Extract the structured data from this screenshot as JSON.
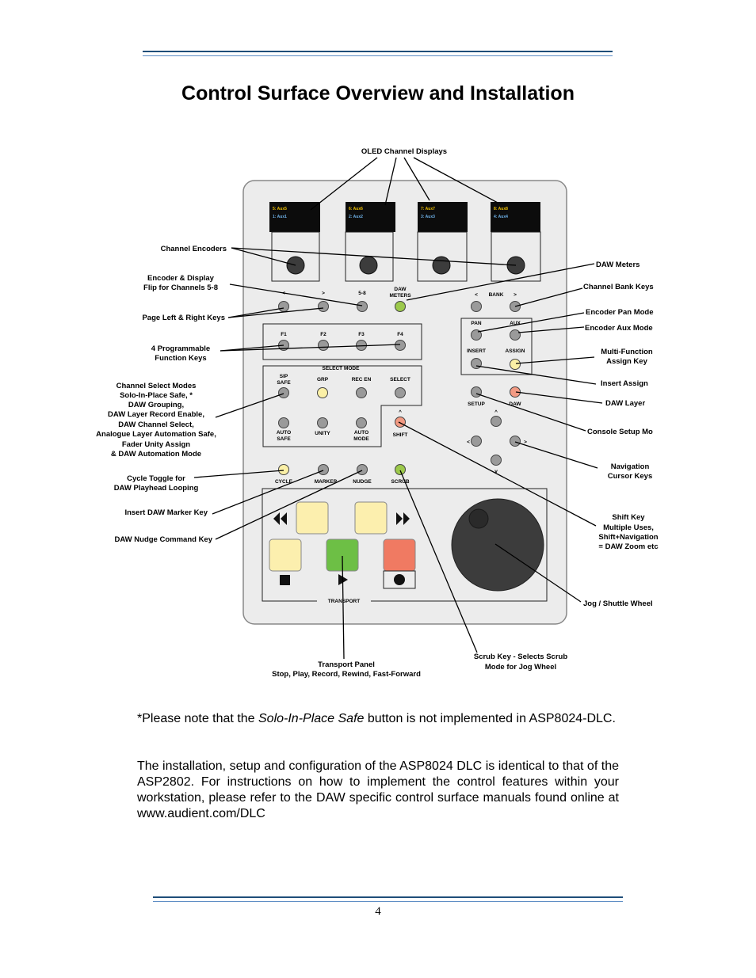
{
  "page": {
    "title": "Control Surface Overview and Installation",
    "page_number": "4"
  },
  "oled": {
    "top": [
      "5: Aux5",
      "6: Aux6",
      "7: Aux7",
      "8: Aux8"
    ],
    "bottom": [
      "1: Aux1",
      "2: Aux2",
      "3: Aux3",
      "4: Aux4"
    ]
  },
  "panel_labels": {
    "page_left": "<",
    "page_right": ">",
    "flip": "5-8",
    "daw_meters_1": "DAW",
    "daw_meters_2": "METERS",
    "bank_left": "<",
    "bank": "BANK",
    "bank_right": ">",
    "f1": "F1",
    "f2": "F2",
    "f3": "F3",
    "f4": "F4",
    "select_mode": "SELECT MODE",
    "sip_1": "SIP",
    "sip_2": "SAFE",
    "grp": "GRP",
    "rec_en": "REC EN",
    "select": "SELECT",
    "auto_safe_1": "AUTO",
    "auto_safe_2": "SAFE",
    "unity": "UNITY",
    "auto_mode_1": "AUTO",
    "auto_mode_2": "MODE",
    "shift_arrow": "^",
    "shift": "SHIFT",
    "pan": "PAN",
    "aux": "AUX",
    "insert": "INSERT",
    "assign": "ASSIGN",
    "setup": "SETUP",
    "daw": "DAW",
    "nav_up": "^",
    "nav_left": "<",
    "nav_right": ">",
    "nav_down": "v",
    "cycle": "CYCLE",
    "marker": "MARKER",
    "nudge": "NUDGE",
    "scrub": "SCRUB",
    "transport": "TRANSPORT"
  },
  "callouts": {
    "oled": "OLED Channel Displays",
    "encoders": "Channel Encoders",
    "flip_1": "Encoder & Display",
    "flip_2": "Flip for Channels  5-8",
    "page_keys": "Page Left & Right Keys",
    "fkeys_1": "4 Programmable",
    "fkeys_2": "Function Keys",
    "sel_1": "Channel Select Modes",
    "sel_2": "Solo-In-Place Safe,  *",
    "sel_3": "DAW Grouping,",
    "sel_4": "DAW Layer Record Enable,",
    "sel_5": "DAW Channel Select,",
    "sel_6": "Analogue Layer Automation Safe,",
    "sel_7": "Fader Unity Assign",
    "sel_8": "& DAW Automation Mode",
    "cycle_1": "Cycle Toggle for",
    "cycle_2": "DAW Playhead Looping",
    "marker": "Insert DAW Marker Key",
    "nudge": "DAW Nudge Command Key",
    "daw_meters": "DAW Meters",
    "bank": "Channel Bank Keys",
    "pan": "Encoder Pan Mode",
    "aux": "Encoder Aux Mode",
    "multi_1": "Multi-Function",
    "multi_2": "Assign Key",
    "insert": "Insert Assign",
    "daw_layer": "DAW Layer",
    "setup": "Console Setup Mo",
    "nav_1": "Navigation",
    "nav_2": "Cursor Keys",
    "shift_1": "Shift Key",
    "shift_2": "Multiple Uses,",
    "shift_3": "Shift+Navigation",
    "shift_4": "= DAW Zoom etc",
    "jog": "Jog / Shuttle Wheel",
    "transport_1": "Transport Panel",
    "transport_2": "Stop, Play, Record, Rewind, Fast-Forward",
    "scrub_1": "Scrub Key - Selects Scrub",
    "scrub_2": "Mode for Jog Wheel"
  },
  "body": {
    "note_pre": "*Please note that the ",
    "note_em": "Solo-In-Place Safe",
    "note_post": " button is not implemented in ASP8024-DLC.",
    "install": "The installation, setup and configuration of the ASP8024 DLC is identical to that of the ASP2802.  For instructions on how to implement the control features within your workstation, please refer to the DAW specific control surface manuals found online at www.audient.com/DLC"
  },
  "colors": {
    "rule": "#1f4e79",
    "panel": "#ececec",
    "oled_bg": "#0c0c0c",
    "oled_top": "#f2c200",
    "oled_bottom": "#6fb3ea",
    "key_grey": "#9a9a9a",
    "key_green": "#9cc94b",
    "key_yellow": "#fbf0a6",
    "key_red": "#f29a83",
    "transport_cream": "#fcefae",
    "transport_green": "#6dbf45",
    "transport_red": "#f07a62",
    "jog": "#3c3c3c"
  }
}
